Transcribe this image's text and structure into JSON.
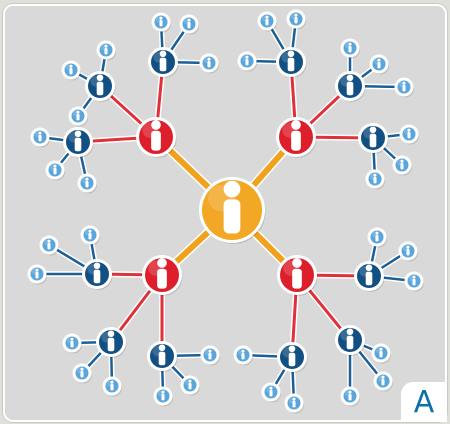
{
  "corner_label": "A",
  "colors": {
    "background": "#d9d9d9",
    "center_node": "#f2a725",
    "center_link": "#f0a21c",
    "hub_node": "#dd1f2b",
    "hub_link": "#e0303a",
    "member_node": "#124f82",
    "member_link": "#1b5f96",
    "leaf_node": "#5aa6da",
    "leaf_link": "#4d94c6",
    "person_icon": "#ffffff",
    "node_ring": "#ffffff"
  },
  "network": {
    "center": {
      "name": "center-node",
      "icon": "person-icon"
    },
    "levels": [
      "center",
      "hub",
      "member",
      "leaf"
    ],
    "hubs_per_center": 4,
    "members_per_hub": 3,
    "leaves_per_member": 3
  }
}
